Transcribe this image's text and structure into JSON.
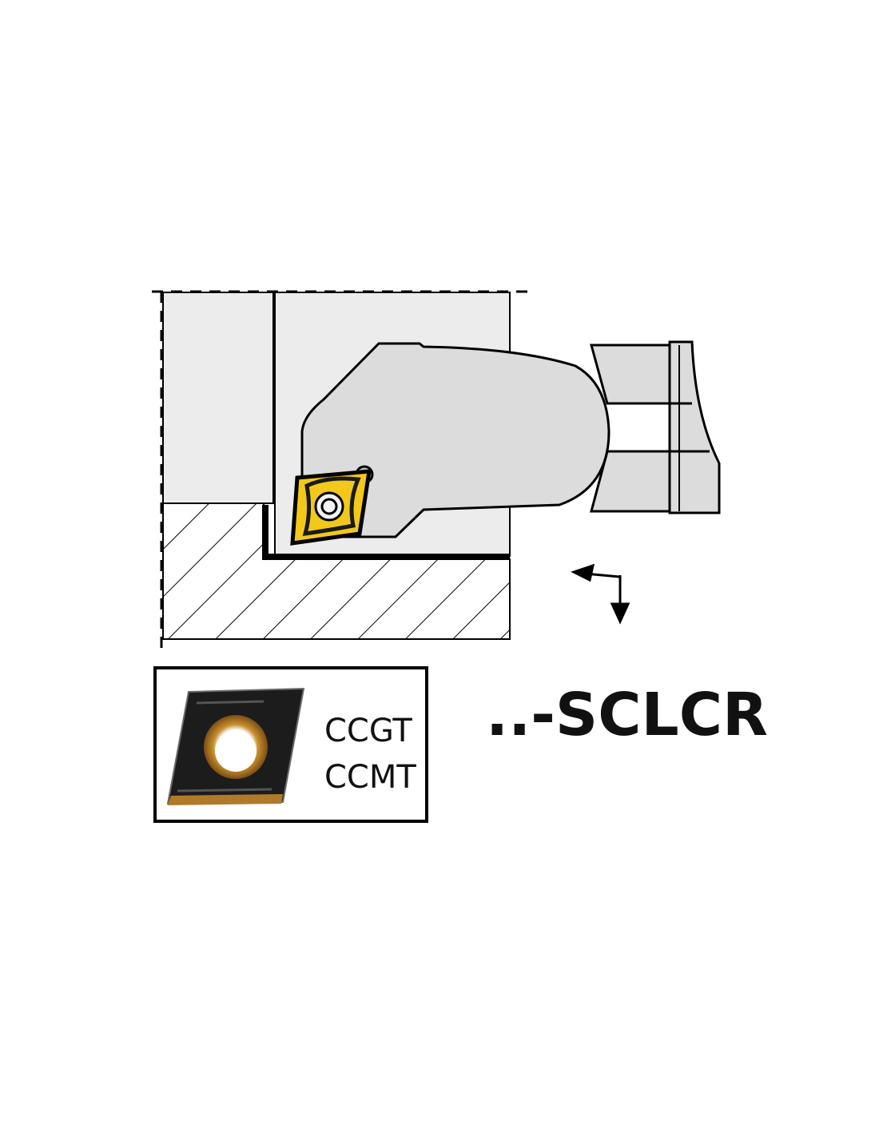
{
  "model_code": "..-SCLCR",
  "insert_box": {
    "types": [
      "CCGT",
      "CCMT"
    ]
  },
  "colors": {
    "holder_gray": "#dcdcdc",
    "bore_gray": "#ececec",
    "insert_yellow": "#f2c81b",
    "insert_black": "#1a1a1a",
    "insert_coating": "#b07a2a",
    "outline": "#000000"
  },
  "icons": {
    "feed_direction": "feed-direction-arrows-icon"
  }
}
